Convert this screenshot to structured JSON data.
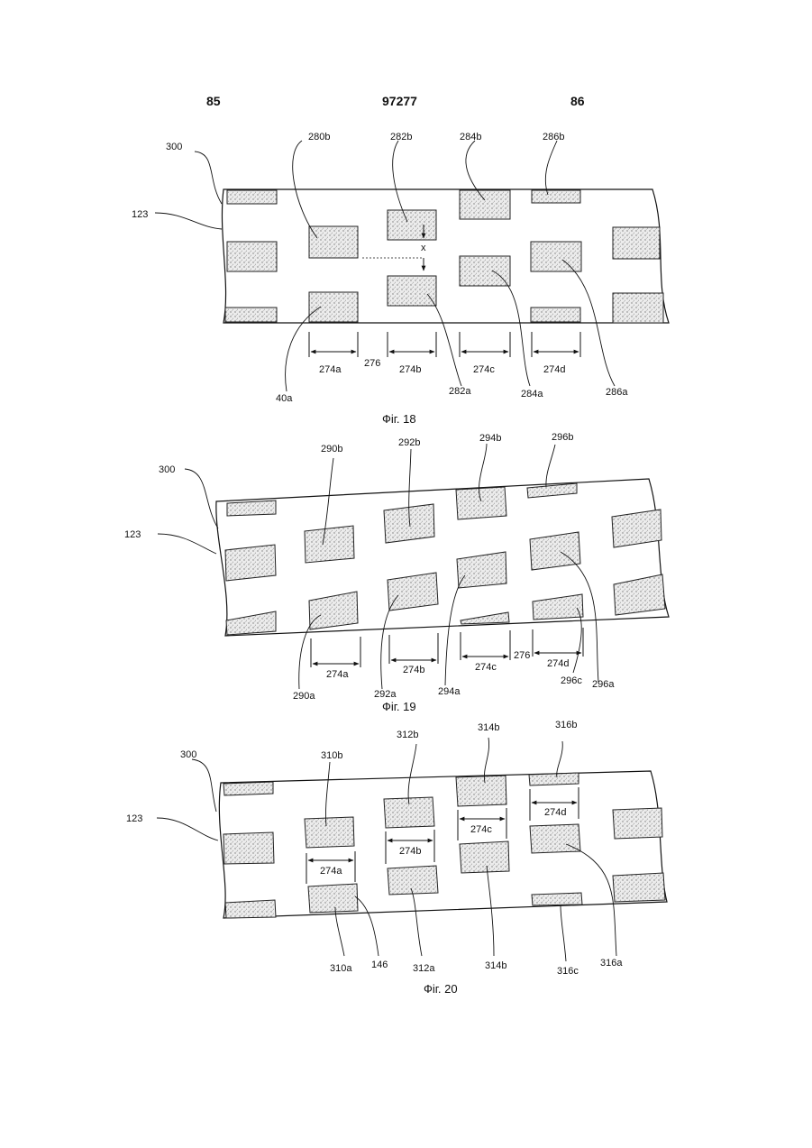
{
  "header": {
    "left": "85",
    "center": "97277",
    "right": "86"
  },
  "fig18": {
    "caption": "Фіг. 18",
    "labels": {
      "l300": "300",
      "l123": "123",
      "l280b": "280b",
      "l282b": "282b",
      "l284b": "284b",
      "l286b": "286b",
      "lx": "x",
      "l276": "276",
      "l274a": "274a",
      "l274b": "274b",
      "l274c": "274c",
      "l274d": "274d",
      "l40a": "40a",
      "l282a": "282a",
      "l284a": "284a",
      "l286a": "286a"
    }
  },
  "fig19": {
    "caption": "Фіг. 19",
    "labels": {
      "l300": "300",
      "l123": "123",
      "l290b": "290b",
      "l292b": "292b",
      "l294b": "294b",
      "l296b": "296b",
      "l274a": "274a",
      "l274b": "274b",
      "l274c": "274c",
      "l276": "276",
      "l274d": "274d",
      "l290a": "290a",
      "l292a": "292a",
      "l294a": "294a",
      "l296c": "296c",
      "l296a": "296a"
    }
  },
  "fig20": {
    "caption": "Фіг. 20",
    "labels": {
      "l300": "300",
      "l123": "123",
      "l310b": "310b",
      "l312b": "312b",
      "l314b": "314b",
      "l316b": "316b",
      "l274a": "274a",
      "l274b": "274b",
      "l274c": "274c",
      "l274d": "274d",
      "l310a": "310a",
      "l146": "146",
      "l312a": "312a",
      "l314b2": "314b",
      "l316c": "316c",
      "l316a": "316a"
    }
  }
}
